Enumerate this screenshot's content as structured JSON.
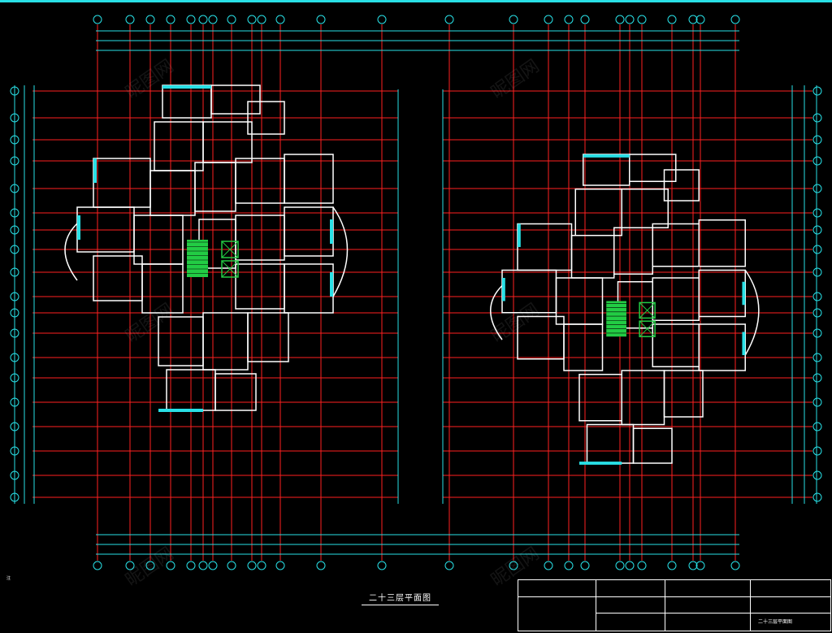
{
  "drawing": {
    "title": "二十三层平面图",
    "background": "#000000",
    "colors": {
      "axis": "#ff2020",
      "dimension": "#29e0e6",
      "wall": "#ffffff",
      "stair": "#22cc44",
      "window": "#29e0e6"
    }
  },
  "notes": {
    "lines": [
      "注",
      "",
      ""
    ]
  },
  "watermark": {
    "text": "昵图网"
  },
  "title_block": {
    "cells": [
      "",
      "",
      "",
      "",
      "",
      "",
      "二十三层平面图"
    ]
  }
}
